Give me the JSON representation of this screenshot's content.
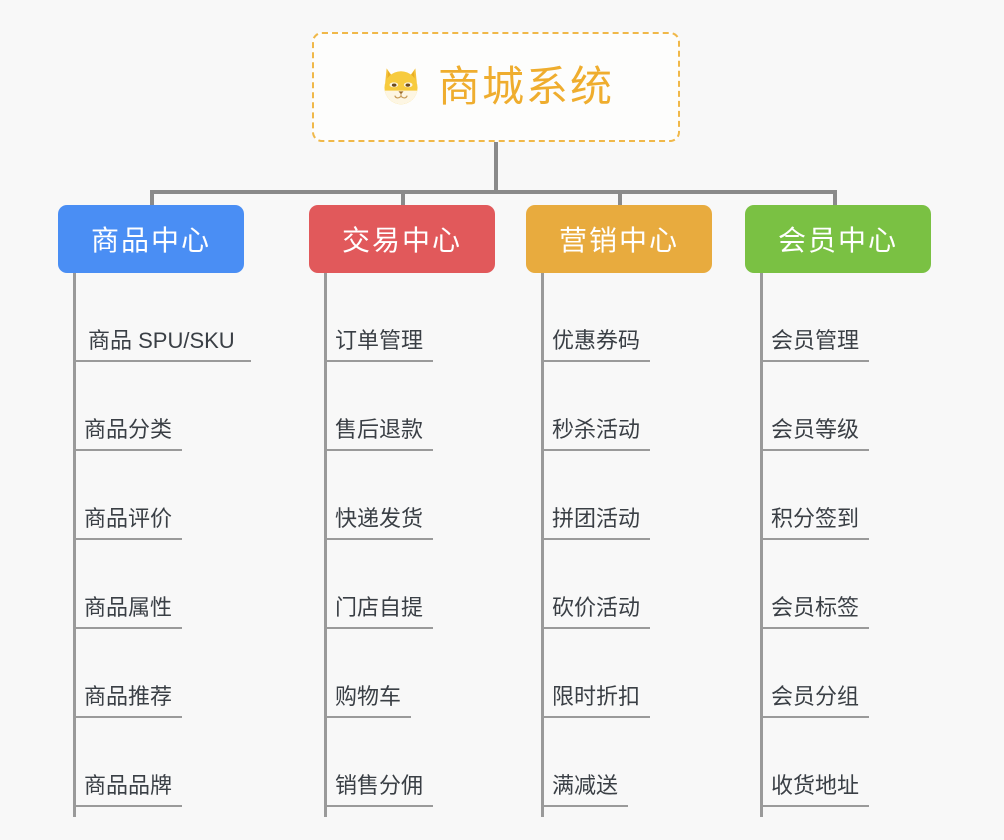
{
  "background_color": "#f8f8f8",
  "root": {
    "icon": "dog-face-icon",
    "title": "商城系统",
    "border_color": "#f0b849",
    "text_color": "#efad2e"
  },
  "connector_color": "#8a8a8a",
  "categories": [
    {
      "id": "product-center",
      "label": "商品中心",
      "color": "#4a8ef4",
      "items": [
        "商品 SPU/SKU",
        "商品分类",
        "商品评价",
        "商品属性",
        "商品推荐",
        "商品品牌"
      ]
    },
    {
      "id": "trade-center",
      "label": "交易中心",
      "color": "#e1595b",
      "items": [
        "订单管理",
        "售后退款",
        "快递发货",
        "门店自提",
        "购物车",
        "销售分佣"
      ]
    },
    {
      "id": "marketing-center",
      "label": "营销中心",
      "color": "#e8ab3e",
      "items": [
        "优惠券码",
        "秒杀活动",
        "拼团活动",
        "砍价活动",
        "限时折扣",
        "满减送"
      ]
    },
    {
      "id": "member-center",
      "label": "会员中心",
      "color": "#7ac143",
      "items": [
        "会员管理",
        "会员等级",
        "积分签到",
        "会员标签",
        "会员分组",
        "收货地址"
      ]
    }
  ]
}
